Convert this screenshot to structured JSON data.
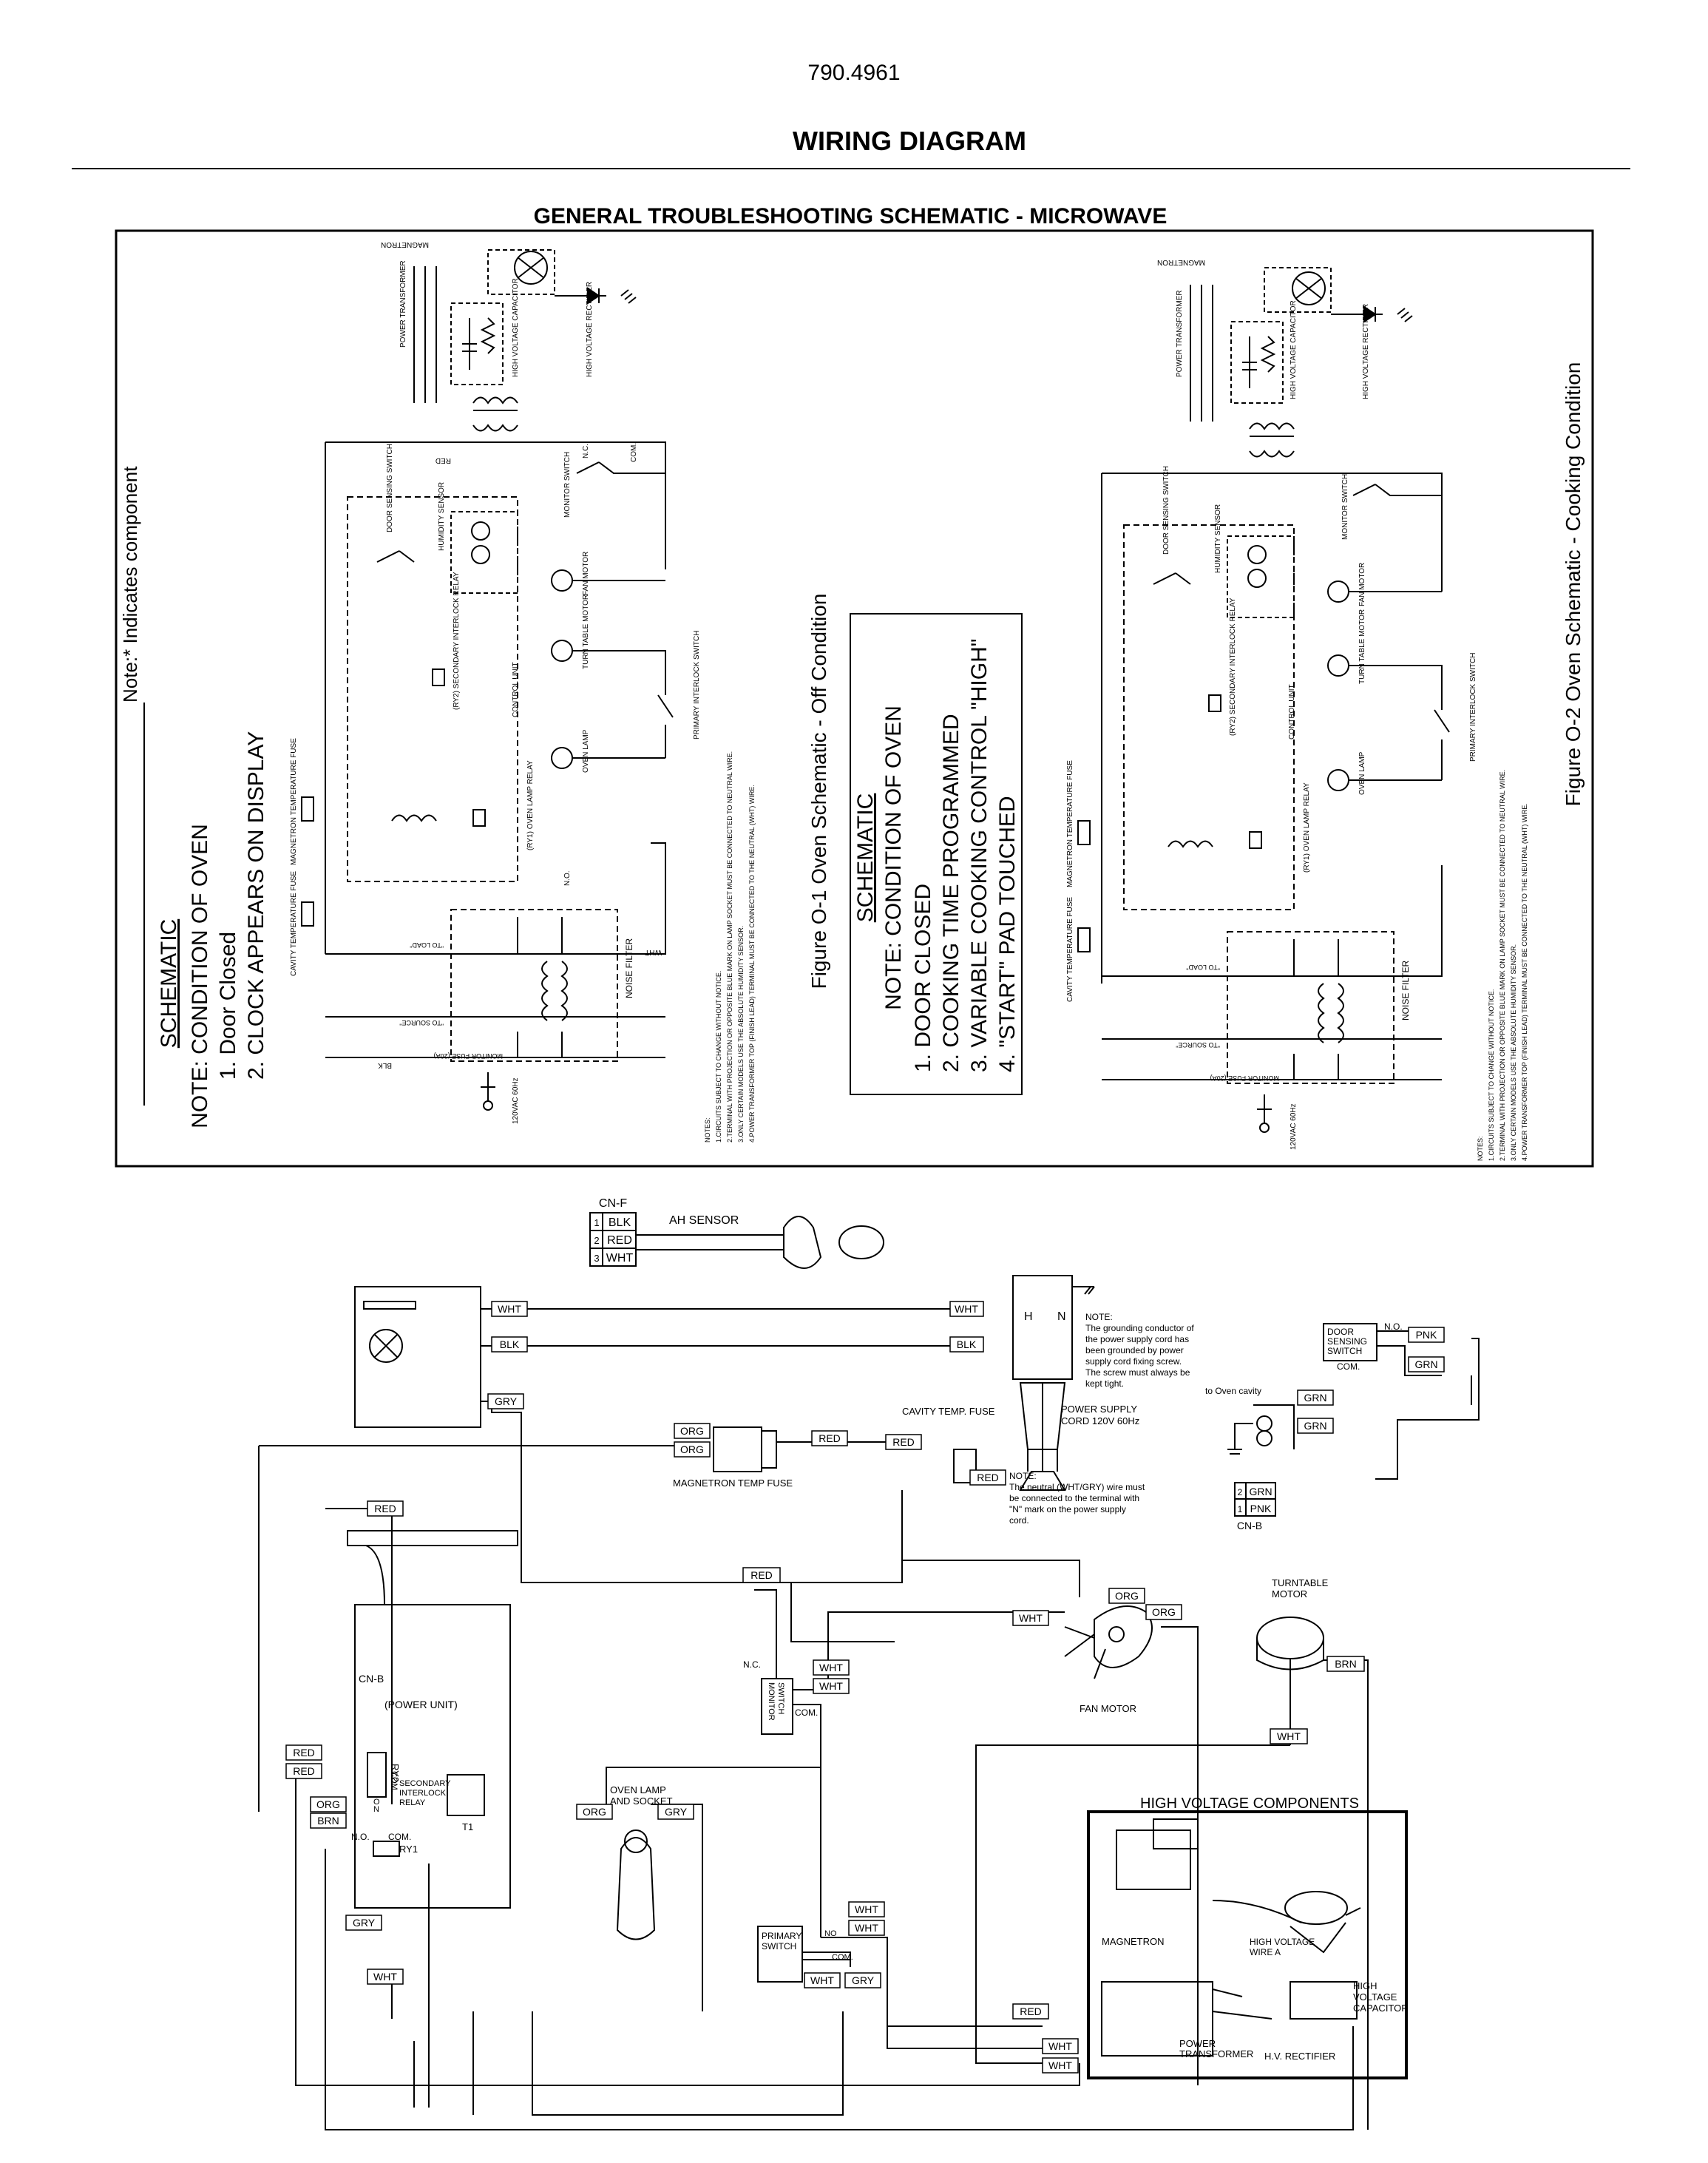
{
  "doc_number": "790.4961",
  "title": "WIRING DIAGRAM",
  "section_title": "GENERAL TROUBLESHOOTING SCHEMATIC - MICROWAVE",
  "left_schematic": {
    "note_component": "Note:* Indicates component",
    "schematic_heading": "SCHEMATIC",
    "note_condition": "NOTE: CONDITION OF OVEN",
    "conditions": [
      "1. Door Closed",
      "2. CLOCK APPEARS ON DISPLAY"
    ],
    "figure_caption": "Figure O-1 Oven Schematic - Off  Condition"
  },
  "right_schematic": {
    "schematic_heading": "SCHEMATIC",
    "note_condition": "NOTE: CONDITION OF OVEN",
    "conditions": [
      "1. DOOR CLOSED",
      "2. COOKING TIME PROGRAMMED",
      "3. VARIABLE COOKING CONTROL \"HIGH\"",
      "4. \"START\" PAD TOUCHED"
    ],
    "figure_caption": "Figure O-2 Oven Schematic - Cooking Condition"
  },
  "schematic_labels": {
    "magnetron": "MAGNETRON",
    "power_transformer": "POWER TRANSFORMER",
    "high_voltage_capacitor": "HIGH VOLTAGE CAPACITOR",
    "high_voltage_rectifier": "HIGH VOLTAGE RECTIFIER",
    "monitor_switch": "MONITOR SWITCH",
    "door_sensing_switch": "DOOR SENSING SWITCH",
    "humidity_sensor": "HUMIDITY SENSOR",
    "fan_motor": "FAN MOTOR",
    "turntable_motor": "TURN TABLE MOTOR",
    "control_unit": "CONTROL UNIT",
    "secondary_relay": "(RY2) SECONDARY INTERLOCK RELAY",
    "primary_switch": "PRIMARY INTERLOCK SWITCH",
    "oven_lamp": "OVEN LAMP",
    "oven_lamp_relay": "(RY1) OVEN LAMP RELAY",
    "magnetron_fuse": "MAGNETRON TEMPERATURE FUSE",
    "cavity_fuse": "CAVITY TEMPERATURE FUSE",
    "noise_filter": "NOISE FILTER",
    "monitor_fuse": "MONITOR FUSE (20A)",
    "to_load": "\"TO LOAD\"",
    "to_source": "\"TO SOURCE\"",
    "supply": "120VAC 60Hz",
    "notes_title": "NOTES:",
    "notes": [
      "1.CIRCUITS SUBJECT TO CHANGE WITHOUT NOTICE.",
      "2.TERMINAL WITH PROJECTION OR OPPOSITE BLUE MARK ON LAMP SOCKET MUST BE CONNECTED TO NEUTRAL WIRE.",
      "3.ONLY CERTAIN MODELS USE THE ABSOLUTE HUMIDITY SENSOR.",
      "4.POWER TRANSFORMER TOP (FINISH LEAD) TERMINAL MUST BE CONNECTED TO THE NEUTRAL (WHT) WIRE."
    ],
    "wires": {
      "wht": "WHT",
      "blk": "BLK",
      "red": "RED",
      "org": "ORG",
      "brn": "BRN",
      "gry": "GRY",
      "grn": "GRN",
      "pnk": "PNK"
    },
    "contacts": {
      "no": "N.O.",
      "nc": "N.C.",
      "com": "COM."
    }
  },
  "wiring": {
    "cnf": "CN-F",
    "cnf_pins": [
      {
        "n": "1",
        "c": "BLK"
      },
      {
        "n": "2",
        "c": "RED"
      },
      {
        "n": "3",
        "c": "WHT"
      }
    ],
    "ah_sensor": "AH SENSOR",
    "note1": [
      "NOTE:",
      "The grounding conductor of",
      "the power supply cord has",
      "been grounded by power",
      "supply cord fixing screw.",
      "The screw must always  be",
      "kept tight."
    ],
    "power_cord": [
      "POWER SUPPLY",
      "CORD 120V 60Hz"
    ],
    "cavity_temp_fuse": "CAVITY TEMP. FUSE",
    "magnetron_temp_fuse": "MAGNETRON TEMP FUSE",
    "note2": [
      "NOTE:",
      "The neutral (WHT/GRY) wire must",
      "be connected to the terminal with",
      "\"N\" mark on the power supply",
      "cord."
    ],
    "door_sensing": [
      "DOOR",
      "SENSING",
      "SWITCH"
    ],
    "to_oven_cavity": "to Oven cavity",
    "cnb": "CN-B",
    "cnb_pins": [
      {
        "n": "2",
        "c": "GRN"
      },
      {
        "n": "1",
        "c": "PNK"
      }
    ],
    "power_unit": "(POWER UNIT)",
    "ry2": "RY2",
    "secondary_relay": [
      "SECONDARY",
      "INTERLOCK",
      "RELAY"
    ],
    "t1": "T1",
    "ry1": "RY1",
    "monitor_switch": [
      "MONITOR",
      "SWITCH"
    ],
    "fan_motor": "FAN MOTOR",
    "turntable_motor": [
      "TURNTABLE",
      "MOTOR"
    ],
    "oven_lamp": [
      "OVEN LAMP",
      "AND SOCKET"
    ],
    "primary_switch": [
      "PRIMARY",
      "SWITCH"
    ],
    "hv_components": "HIGH VOLTAGE COMPONENTS",
    "magnetron": "MAGNETRON",
    "hv_wire": [
      "HIGH VOLTAGE",
      "WIRE A"
    ],
    "hv_capacitor": [
      "HIGH",
      "VOLTAGE",
      "CAPACITOR"
    ],
    "power_transformer": [
      "POWER",
      "TRANSFORMER"
    ],
    "hv_rectifier": "H.V. RECTIFIER",
    "h": "H",
    "n": "N",
    "no_short": "NO",
    "o_short": "O"
  }
}
